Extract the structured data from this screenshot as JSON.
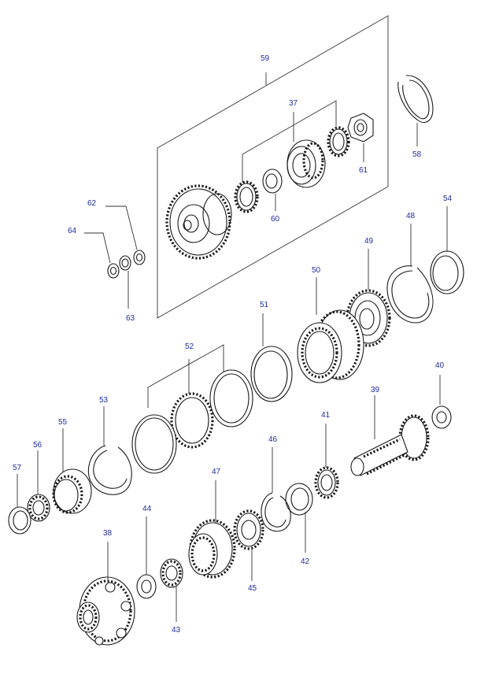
{
  "diagram": {
    "accent_color": "#1f2a9c",
    "callouts": {
      "c37": "37",
      "c38": "38",
      "c39": "39",
      "c40": "40",
      "c41": "41",
      "c42": "42",
      "c43": "43",
      "c44": "44",
      "c45": "45",
      "c46": "46",
      "c47": "47",
      "c48": "48",
      "c49": "49",
      "c50": "50",
      "c51": "51",
      "c52": "52",
      "c53": "53",
      "c54": "54",
      "c55": "55",
      "c56": "56",
      "c57": "57",
      "c58": "58",
      "c59": "59",
      "c60": "60",
      "c61": "61",
      "c62": "62",
      "c63": "63",
      "c64": "64"
    }
  }
}
